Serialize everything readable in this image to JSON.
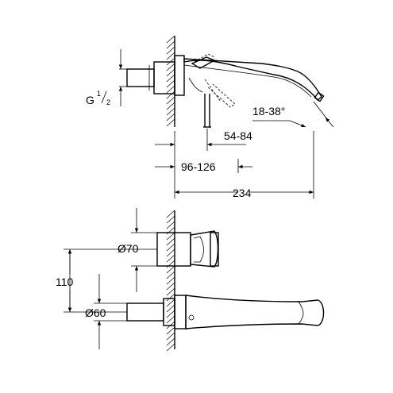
{
  "labels": {
    "thread": "G",
    "thread_fraction_num": "1",
    "thread_fraction_den": "2",
    "spout_angle": "18-38°",
    "dim_lever": "54-84",
    "dim_wall": "96-126",
    "dim_total": "234",
    "dim_diameter_70": "Ø70",
    "dim_height": "110",
    "dim_diameter_60": "Ø60"
  },
  "colors": {
    "line": "#000000",
    "background": "#ffffff"
  }
}
